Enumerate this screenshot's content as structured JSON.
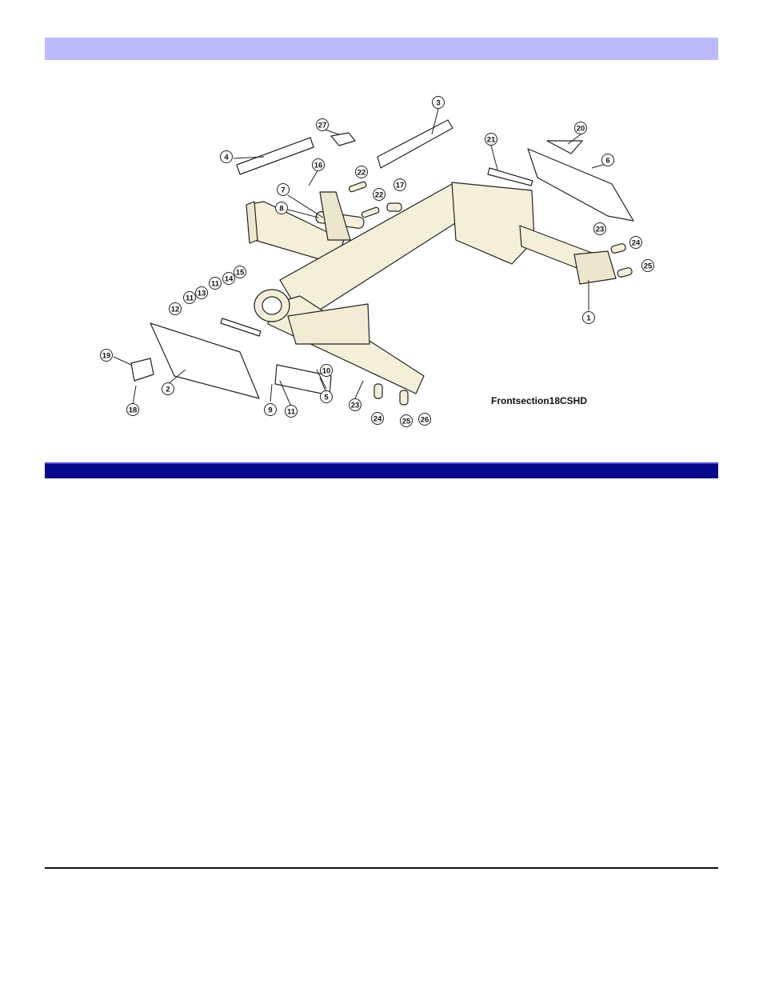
{
  "diagram": {
    "caption": "Frontsection18CSHD",
    "callouts": [
      "1",
      "2",
      "3",
      "4",
      "5",
      "6",
      "7",
      "8",
      "9",
      "10",
      "11",
      "12",
      "13",
      "14",
      "15",
      "16",
      "17",
      "18",
      "19",
      "20",
      "21",
      "22",
      "23",
      "24",
      "25",
      "26",
      "27"
    ]
  },
  "colors": {
    "header_band": "#bbbbfb",
    "section_band": "#07078a",
    "frame_fill": "#f4efd9",
    "line": "#222222"
  }
}
